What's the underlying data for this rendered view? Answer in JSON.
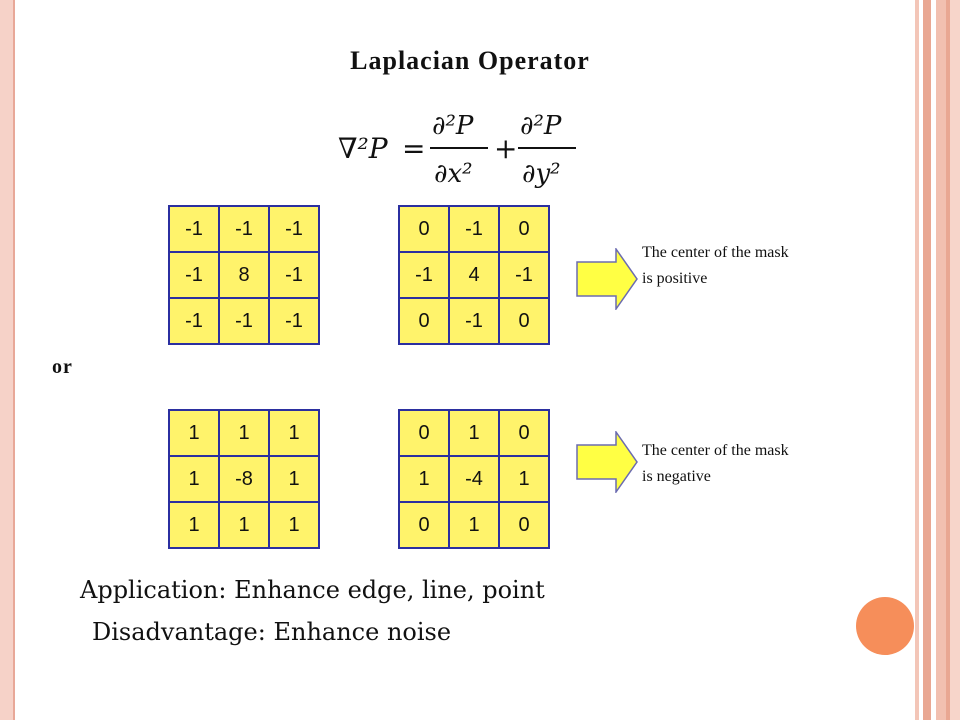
{
  "slide": {
    "title": "Laplacian Operator",
    "or_label": "or",
    "application": "Application: Enhance edge, line, point",
    "disadvantage": "Disadvantage: Enhance noise"
  },
  "formula": {
    "lhs": "∇²P",
    "equals": "=",
    "term1_num": "∂²P",
    "term1_den": "∂x²",
    "plus": "+",
    "term2_num": "∂²P",
    "term2_den": "∂y²"
  },
  "masks": {
    "positive_8": [
      "-1",
      "-1",
      "-1",
      "-1",
      "8",
      "-1",
      "-1",
      "-1",
      "-1"
    ],
    "positive_4": [
      "0",
      "-1",
      "0",
      "-1",
      "4",
      "-1",
      "0",
      "-1",
      "0"
    ],
    "negative_8": [
      "1",
      "1",
      "1",
      "1",
      "-8",
      "1",
      "1",
      "1",
      "1"
    ],
    "negative_4": [
      "0",
      "1",
      "0",
      "1",
      "-4",
      "1",
      "0",
      "1",
      "0"
    ]
  },
  "notes": {
    "positive_line1": "The center of the mask",
    "positive_line2": "is positive",
    "negative_line1": "The center of the mask",
    "negative_line2": "is negative"
  },
  "colors": {
    "cell_fill": "#fff36b",
    "grid_lines": "#2b2fa0",
    "arrow_fill": "#ffff44",
    "accent_circle": "#f68e5a"
  }
}
